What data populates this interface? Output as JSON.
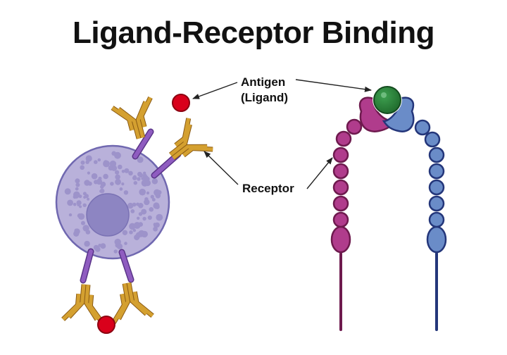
{
  "title": "Ligand-Receptor Binding",
  "labels": {
    "antigen_line1": "Antigen",
    "antigen_line2": "(Ligand)",
    "receptor": "Receptor"
  },
  "colors": {
    "antibody": "#d4a030",
    "antibody_stroke": "#8a5a14",
    "antigen_red": "#d9001b",
    "antigen_red_stroke": "#8c0010",
    "cell_fill": "#b8b0d8",
    "cell_stroke": "#7068b0",
    "cell_dots": "#9c92c8",
    "nucleus": "#8c84c0",
    "receptor_stalk": "#8e5ab8",
    "magenta_chain": "#b03c8c",
    "magenta_stroke": "#6e1a4e",
    "blue_chain": "#6a8cc8",
    "blue_stroke": "#24367a",
    "green_antigen": "#2e8a3e",
    "green_stroke": "#134a1e"
  }
}
